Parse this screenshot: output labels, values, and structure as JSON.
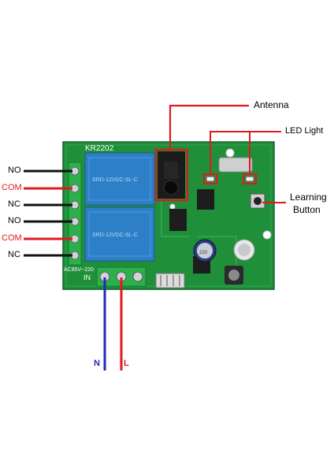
{
  "board": {
    "model": "KR2202",
    "power_label": "AC85V~220",
    "input_label": "IN",
    "relay_text": "SRD-12VDC-SL-C",
    "cap_text": "220"
  },
  "terminals": [
    {
      "label": "NO",
      "wire_color": "#111111",
      "text_color": "#000000"
    },
    {
      "label": "COM",
      "wire_color": "#e0191e",
      "text_color": "#e0191e"
    },
    {
      "label": "NC",
      "wire_color": "#111111",
      "text_color": "#000000"
    },
    {
      "label": "NO",
      "wire_color": "#111111",
      "text_color": "#000000"
    },
    {
      "label": "COM",
      "wire_color": "#e0191e",
      "text_color": "#e0191e"
    },
    {
      "label": "NC",
      "wire_color": "#111111",
      "text_color": "#000000"
    }
  ],
  "power_wires": [
    {
      "label": "N",
      "color": "#1f2bb5"
    },
    {
      "label": "L",
      "color": "#e0191e"
    }
  ],
  "callouts": {
    "antenna": "Antenna",
    "led_light": "LED Light",
    "learning_button_line1": "Learning",
    "learning_button_line2": "Button"
  },
  "colors": {
    "pcb": "#1f8f3a",
    "relay": "#2d7fc8",
    "terminal_block": "#2bb04a",
    "callout": "#e0191e"
  }
}
